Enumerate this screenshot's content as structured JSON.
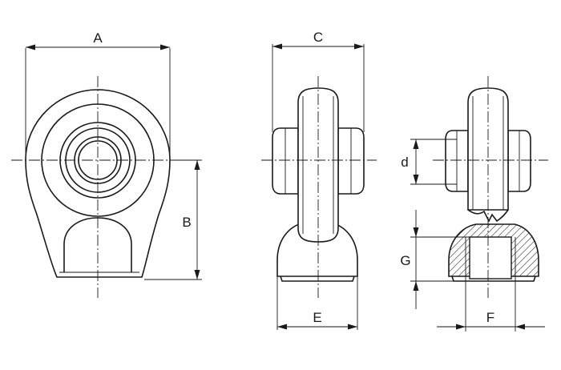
{
  "labels": {
    "A": "A",
    "B": "B",
    "C": "C",
    "d": "d",
    "E": "E",
    "F": "F",
    "G": "G"
  },
  "colors": {
    "line": "#1a1a1a",
    "background": "#ffffff"
  }
}
